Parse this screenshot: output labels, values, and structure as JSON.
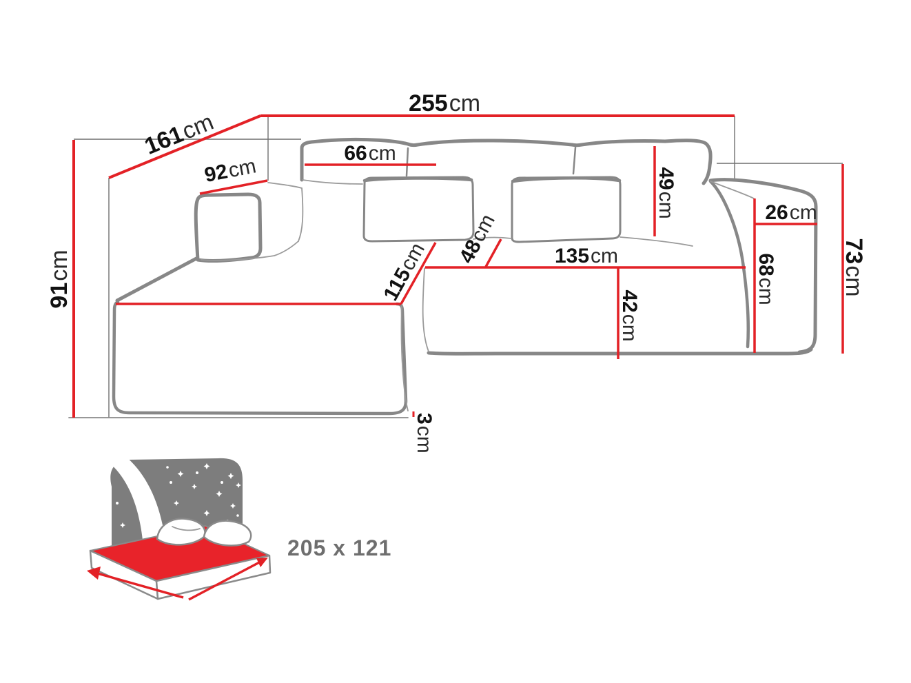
{
  "diagram_title": "corner-sofa-dimension-drawing",
  "colors": {
    "dimension_red": "#e32126",
    "sketch_gray": "#878787",
    "icon_gray": "#7d7d7d",
    "size_label_gray": "#6e6e6e"
  },
  "dimensions": {
    "total_width": {
      "value": "255",
      "unit": "cm"
    },
    "diagonal_depth": {
      "value": "161",
      "unit": "cm"
    },
    "total_height": {
      "value": "91",
      "unit": "cm"
    },
    "back_cushion_width": {
      "value": "66",
      "unit": "cm"
    },
    "backrest_height": {
      "value": "49",
      "unit": "cm"
    },
    "left_armrest_top": {
      "value": "92",
      "unit": "cm"
    },
    "chaise_length": {
      "value": "115",
      "unit": "cm"
    },
    "seat_depth": {
      "value": "48",
      "unit": "cm"
    },
    "seat_width": {
      "value": "135",
      "unit": "cm"
    },
    "seat_front_height": {
      "value": "42",
      "unit": "cm"
    },
    "right_armrest_width": {
      "value": "26",
      "unit": "cm"
    },
    "right_armrest_height": {
      "value": "68",
      "unit": "cm"
    },
    "side_height": {
      "value": "73",
      "unit": "cm"
    },
    "leg_height": {
      "value": "3",
      "unit": "cm"
    }
  },
  "sleeping_area": {
    "label": "205 x 121",
    "icon": "sleeping-function-bed-icon"
  }
}
